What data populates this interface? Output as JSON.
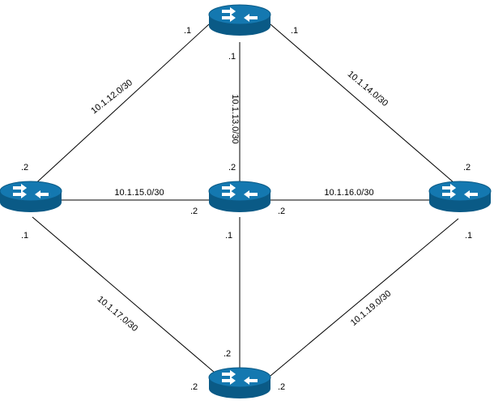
{
  "routers": [
    {
      "id": "top"
    },
    {
      "id": "left"
    },
    {
      "id": "center"
    },
    {
      "id": "right"
    },
    {
      "id": "bottom"
    }
  ],
  "links": [
    {
      "id": "top-left",
      "subnet": "10.1.12.0/30",
      "ends": [
        ".1",
        ".2"
      ]
    },
    {
      "id": "top-center",
      "subnet": "10.1.13.0/30",
      "ends": [
        ".1",
        ".2"
      ]
    },
    {
      "id": "top-right",
      "subnet": "10.1.14.0/30",
      "ends": [
        ".1",
        ".2"
      ]
    },
    {
      "id": "left-center",
      "subnet": "10.1.15.0/30",
      "ends": [
        ".2"
      ]
    },
    {
      "id": "center-right",
      "subnet": "10.1.16.0/30",
      "ends": [
        ".2"
      ]
    },
    {
      "id": "left-bottom",
      "subnet": "10.1.17.0/30",
      "ends": [
        ".1",
        ".2"
      ]
    },
    {
      "id": "center-bottom",
      "ends": [
        ".1",
        ".2"
      ]
    },
    {
      "id": "right-bottom",
      "subnet": "10.1.19.0/30",
      "ends": [
        ".1",
        ".2"
      ]
    }
  ]
}
